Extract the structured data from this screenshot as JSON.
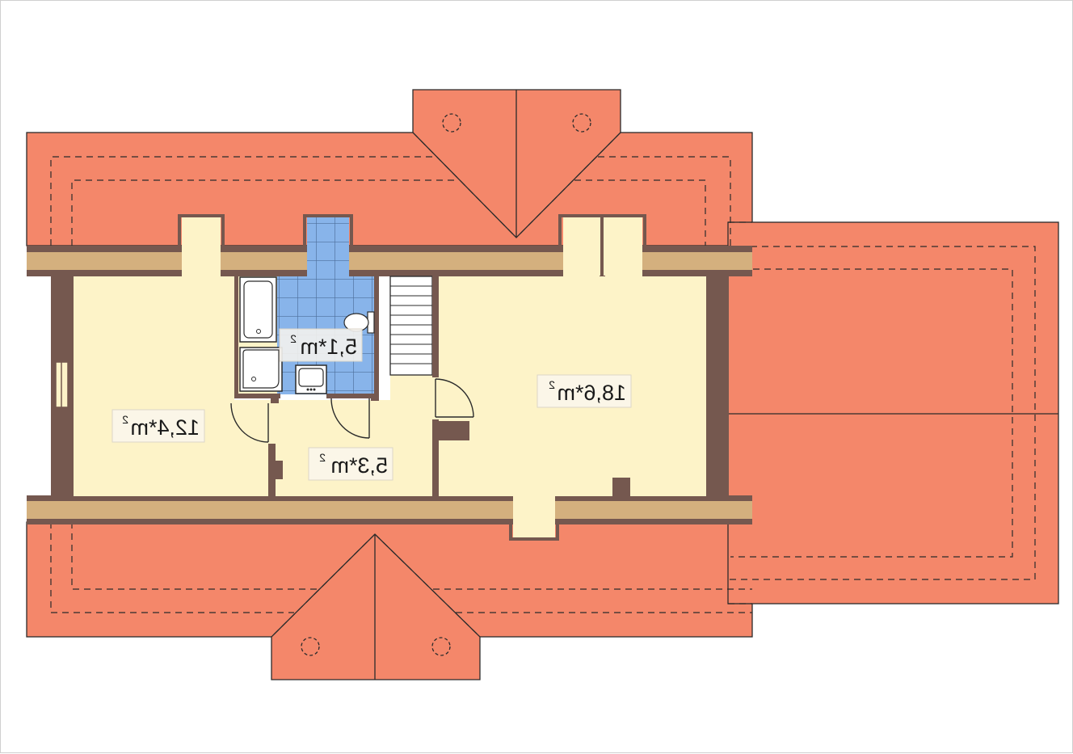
{
  "floor_plan": {
    "view": "attic floor plan (mirrored)",
    "colors": {
      "roof": "#f4876a",
      "roof_outline": "#2b2b2b",
      "room_floor": "#fdf3c8",
      "bathroom_tile": "#88b4ea",
      "wall": "#75584f",
      "eave_strip": "#d4b07e",
      "label_box": "#fbf6e8"
    },
    "rooms": [
      {
        "id": "room-left",
        "area_value": "12,4*m",
        "unit_superscript": "2"
      },
      {
        "id": "bathroom",
        "area_value": "5,1*m",
        "unit_superscript": "2"
      },
      {
        "id": "hall",
        "area_value": "5,3*m",
        "unit_superscript": "2"
      },
      {
        "id": "room-right",
        "area_value": "18,6*m",
        "unit_superscript": "2"
      }
    ]
  }
}
